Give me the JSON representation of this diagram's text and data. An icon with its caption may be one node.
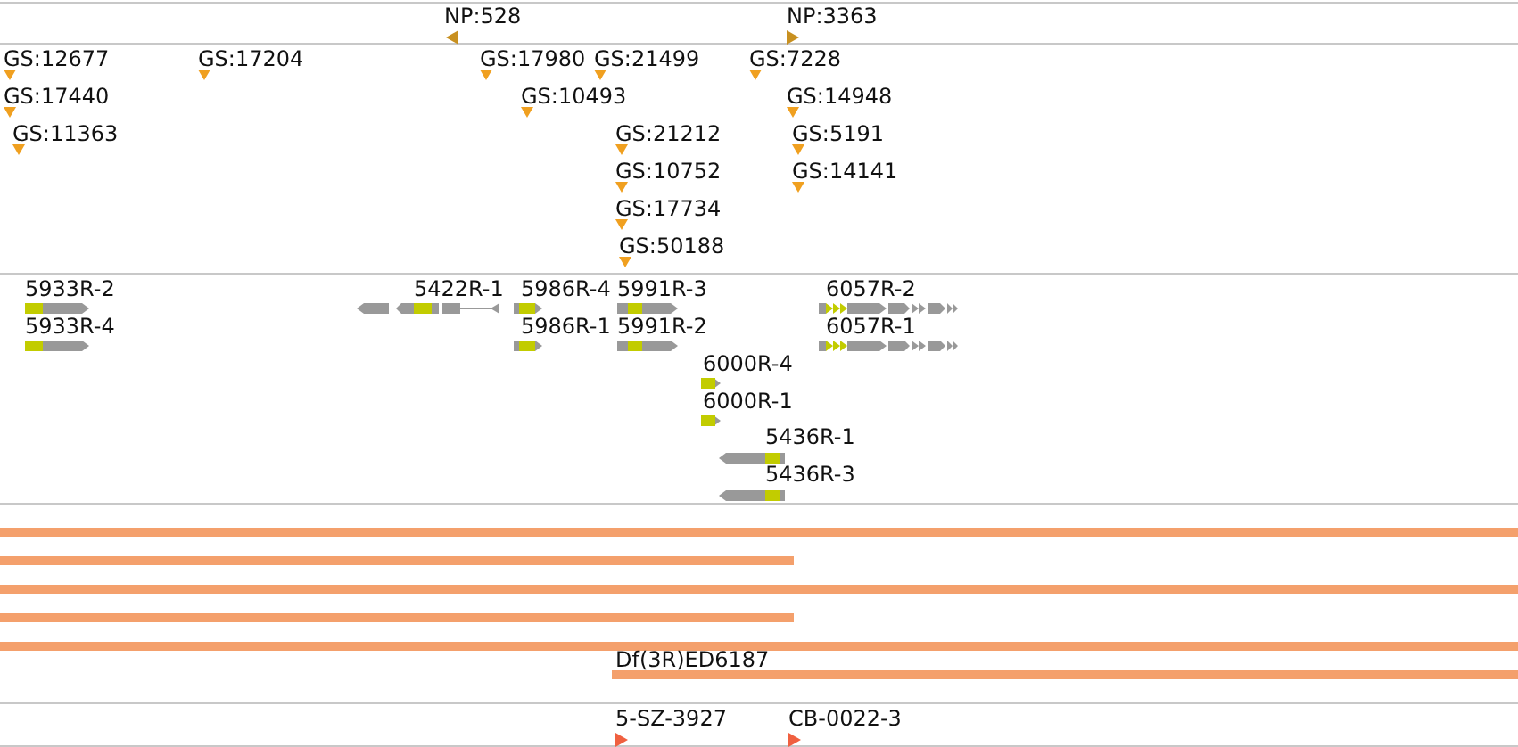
{
  "diagram": {
    "nodes": [
      {
        "text": [
          "NP:528"
        ]
      },
      {
        "text": [
          "NP:3363"
        ]
      },
      {
        "text": [
          "GS:12677"
        ]
      },
      {
        "text": [
          "GS:17204"
        ]
      },
      {
        "text": [
          "GS:17980"
        ]
      },
      {
        "text": [
          "GS:21499"
        ]
      },
      {
        "text": [
          "GS:7228"
        ]
      },
      {
        "text": [
          "GS:17440"
        ]
      },
      {
        "text": [
          "GS:10493"
        ]
      },
      {
        "text": [
          "GS:14948"
        ]
      },
      {
        "text": [
          "GS:11363"
        ]
      },
      {
        "text": [
          "GS:21212"
        ]
      },
      {
        "text": [
          "GS:5191"
        ]
      },
      {
        "text": [
          "GS:10752"
        ]
      },
      {
        "text": [
          "GS:14141"
        ]
      },
      {
        "text": [
          "GS:17734"
        ]
      },
      {
        "text": [
          "GS:50188"
        ]
      },
      {
        "text": [
          "5933R-2"
        ]
      },
      {
        "text": [
          "5422R-1"
        ]
      },
      {
        "text": [
          "5986R-4"
        ]
      },
      {
        "text": [
          "5991R-3"
        ]
      },
      {
        "text": [
          "6057R-2"
        ]
      },
      {
        "text": [
          "5933R-4"
        ]
      },
      {
        "text": [
          "5986R-1"
        ]
      },
      {
        "text": [
          "5991R-2"
        ]
      },
      {
        "text": [
          "6057R-1"
        ]
      },
      {
        "text": [
          "6000R-4"
        ]
      },
      {
        "text": [
          "6000R-1"
        ]
      },
      {
        "text": [
          "5436R-1"
        ]
      },
      {
        "text": [
          "5436R-3"
        ]
      },
      {
        "text": [],
        "shape": "bar"
      },
      {
        "text": [],
        "shape": "bar"
      },
      {
        "text": [],
        "shape": "bar"
      },
      {
        "text": [],
        "shape": "bar"
      },
      {
        "text": [],
        "shape": "bar"
      },
      {
        "text": [
          "Df(3R)ED6187"
        ]
      },
      {
        "text": [
          "5-SZ-3927"
        ]
      },
      {
        "text": [
          "CB-0022-3"
        ]
      }
    ]
  }
}
